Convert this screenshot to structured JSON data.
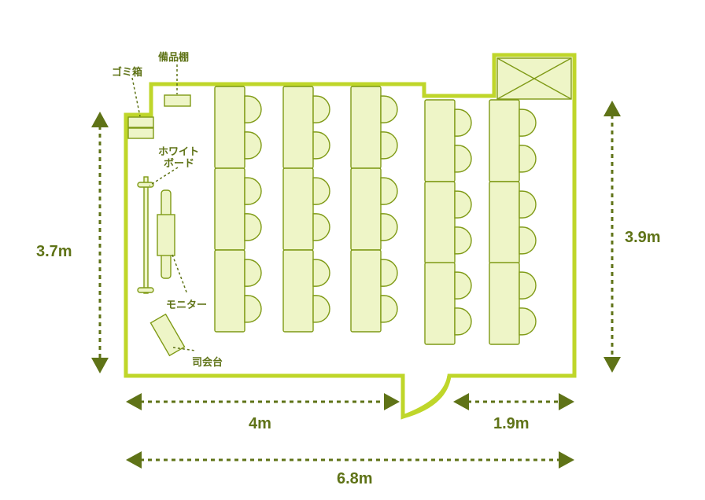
{
  "dimensions": {
    "left_height": "3.7m",
    "right_height": "3.9m",
    "bottom_left_width": "4m",
    "bottom_right_width": "1.9m",
    "total_width": "6.8m"
  },
  "labels": {
    "trash": "ゴミ箱",
    "shelf": "備品棚",
    "whiteboard_line1": "ホワイト",
    "whiteboard_line2": "ボード",
    "monitor": "モニター",
    "podium": "司会台"
  },
  "colors": {
    "wall": "#bfd62a",
    "furniture_fill": "#eef5c7",
    "furniture_stroke": "#7f9a16",
    "text": "#5f7317"
  }
}
